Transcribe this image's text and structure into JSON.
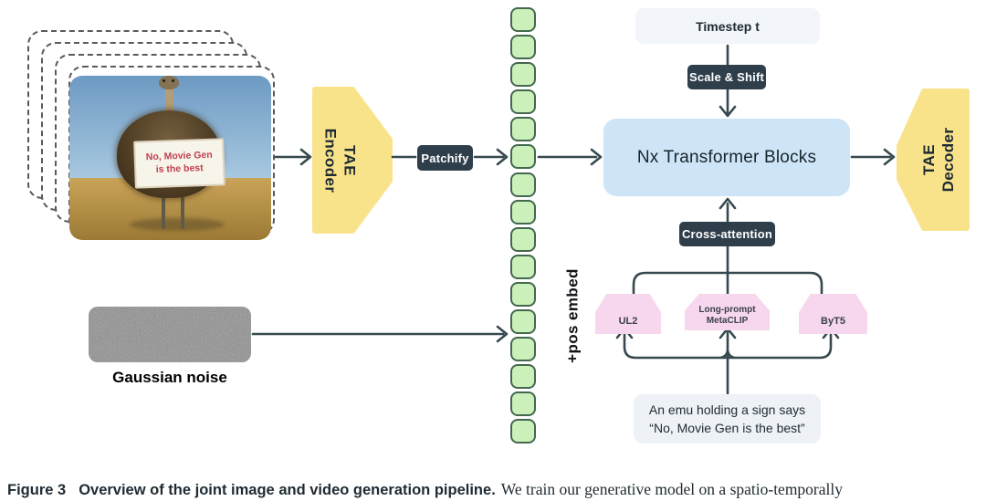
{
  "figure": {
    "input_stack": {
      "frame_count": 4
    },
    "input_photo": {
      "sign_text": "No, Movie Gen\nis the best"
    },
    "tae_encoder": {
      "label": "TAE\nEncoder"
    },
    "patchify": {
      "label": "Patchify"
    },
    "latent_tokens": {
      "count": 16
    },
    "pos_embed": {
      "label": "+pos embed"
    },
    "timestep": {
      "label": "Timestep t"
    },
    "scale_shift": {
      "label": "Scale & Shift"
    },
    "transformer": {
      "label": "Nx Transformer Blocks"
    },
    "cross_attention": {
      "label": "Cross-attention"
    },
    "text_encoders": [
      {
        "label": "UL2"
      },
      {
        "label": "Long-prompt\nMetaCLIP"
      },
      {
        "label": "ByT5"
      }
    ],
    "prompt": {
      "text": "An emu holding a sign says\n“No, Movie Gen is the best”"
    },
    "tae_decoder": {
      "label": "TAE\nDecoder"
    },
    "gaussian_noise": {
      "label": "Gaussian noise"
    }
  },
  "caption": {
    "tag": "Figure 3",
    "bold": "Overview of the joint image and video generation pipeline.",
    "rest": "We train our generative model on a spatio-temporally"
  },
  "colors": {
    "accent_dark": "#2e3e4b",
    "line": "#35494f",
    "transformer_fill": "#cde5f7",
    "box_light": "#f2f5f9",
    "prompt_fill": "#eef1f5",
    "yellow": "#f9e38a",
    "pink": "#f7d7ee",
    "token_fill": "#cbf0ba",
    "token_border": "#44684f",
    "text_dark": "#1e2b33",
    "sign_red": "#c24052"
  }
}
